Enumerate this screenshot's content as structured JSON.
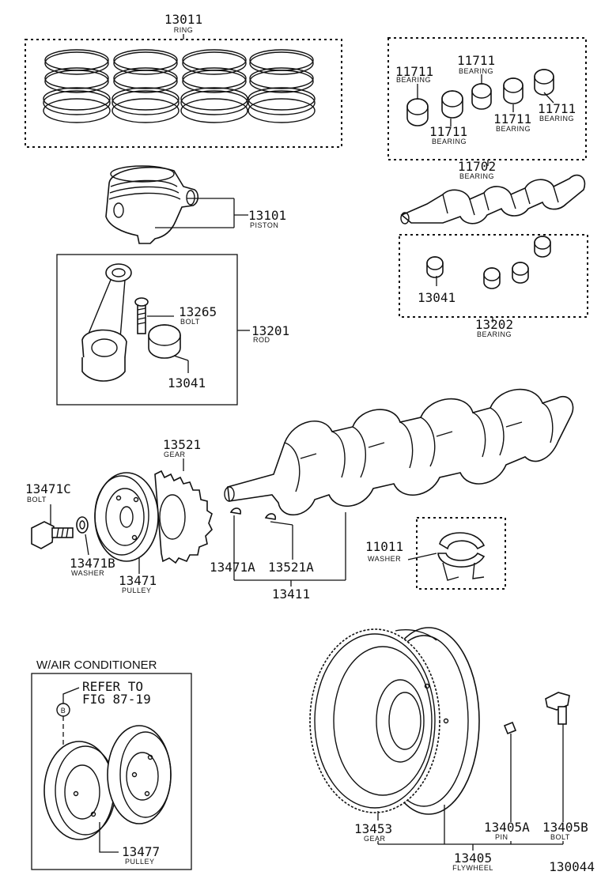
{
  "parts": {
    "ring": {
      "number": "13011",
      "name": "RING"
    },
    "bearing_a": {
      "number": "11711",
      "name": "BEARING"
    },
    "bearing_b": {
      "number": "11711",
      "name": "BEARING"
    },
    "bearing_c": {
      "number": "11711",
      "name": "BEARING"
    },
    "bearing_d": {
      "number": "11711",
      "name": "BEARING"
    },
    "bearing_set": {
      "number": "11702",
      "name": "BEARING"
    },
    "piston": {
      "number": "13101",
      "name": "PISTON"
    },
    "bolt_rod": {
      "number": "13265",
      "name": "BOLT"
    },
    "rod": {
      "number": "13201",
      "name": "ROD"
    },
    "rod_bearing_a": {
      "number": "13041"
    },
    "rod_bearing_b": {
      "number": "13041"
    },
    "rod_bearing_set": {
      "number": "13202",
      "name": "BEARING"
    },
    "gear_crank": {
      "number": "13521",
      "name": "GEAR"
    },
    "bolt_pulley": {
      "number": "13471C",
      "name": "BOLT"
    },
    "washer_pulley": {
      "number": "13471B",
      "name": "WASHER"
    },
    "pulley": {
      "number": "13471",
      "name": "PULLEY"
    },
    "key_a": {
      "number": "13471A"
    },
    "key_b": {
      "number": "13521A"
    },
    "crankshaft": {
      "number": "13411"
    },
    "thrust_washer": {
      "number": "11011",
      "name": "WASHER"
    },
    "ring_gear": {
      "number": "13453",
      "name": "GEAR"
    },
    "pin": {
      "number": "13405A",
      "name": "PIN"
    },
    "bolt_flywheel": {
      "number": "13405B",
      "name": "BOLT"
    },
    "flywheel": {
      "number": "13405",
      "name": "FLYWHEEL"
    },
    "pulley_ac": {
      "number": "13477",
      "name": "PULLEY"
    }
  },
  "ac_section": {
    "title": "W/AIR CONDITIONER",
    "ref_line1": "REFER TO",
    "ref_line2": "FIG 87-19",
    "ref_marker": "B"
  },
  "figure_number": "130044"
}
